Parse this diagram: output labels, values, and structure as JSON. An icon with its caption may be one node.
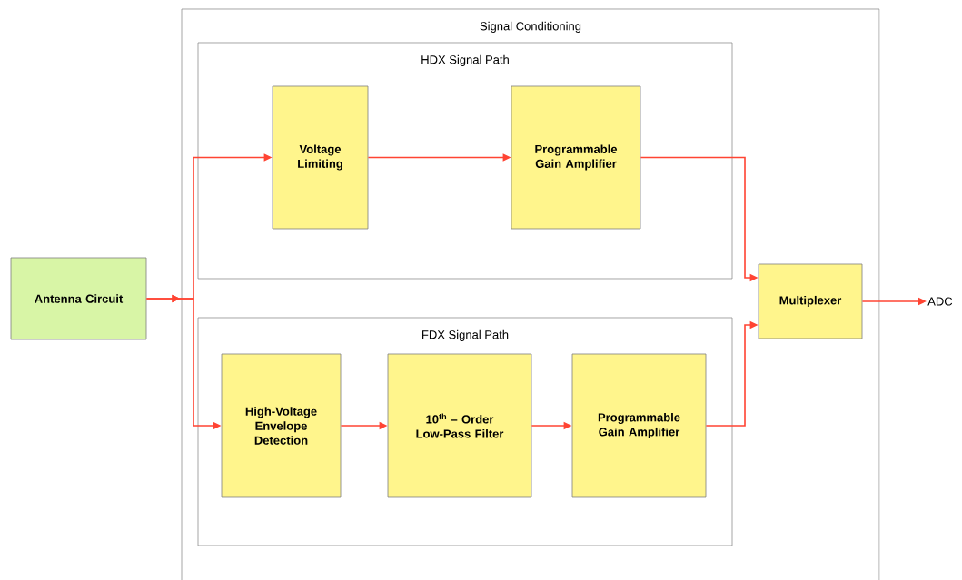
{
  "diagram": {
    "nodes": [
      {
        "text": [
          "Antenna Circuit"
        ]
      },
      {
        "text": [
          "Signal Conditioning"
        ]
      },
      {
        "text": [
          "HDX Signal Path"
        ],
        "in": 1
      },
      {
        "text": [
          "Voltage Limiting"
        ],
        "in": 2
      },
      {
        "text": [
          "Programmable Gain Amplifier"
        ],
        "in": 2
      },
      {
        "text": [
          "FDX Signal Path"
        ],
        "in": 1
      },
      {
        "text": [
          "High-Voltage Envelope Detection"
        ],
        "in": 5
      },
      {
        "text": [
          "10$^{th}$ – Order Low-Pass Filter"
        ],
        "in": 5
      },
      {
        "text": [
          "Programmable Gain Amplifier"
        ],
        "in": 5
      },
      {
        "text": [
          "Multiplexer"
        ],
        "in": 1
      },
      {
        "text": [
          "ADC"
        ]
      }
    ],
    "edges": [
      {
        "from": 0,
        "to": 3,
        "arrow": "to"
      },
      {
        "from": 0,
        "to": 6,
        "arrow": "to"
      },
      {
        "from": 3,
        "to": 4,
        "arrow": "to"
      },
      {
        "from": 4,
        "to": 9,
        "arrow": "to"
      },
      {
        "from": 6,
        "to": 7,
        "arrow": "to"
      },
      {
        "from": 7,
        "to": 8,
        "arrow": "to"
      },
      {
        "from": 8,
        "to": 9,
        "arrow": "to"
      },
      {
        "from": 9,
        "to": 10,
        "arrow": "to"
      }
    ]
  }
}
